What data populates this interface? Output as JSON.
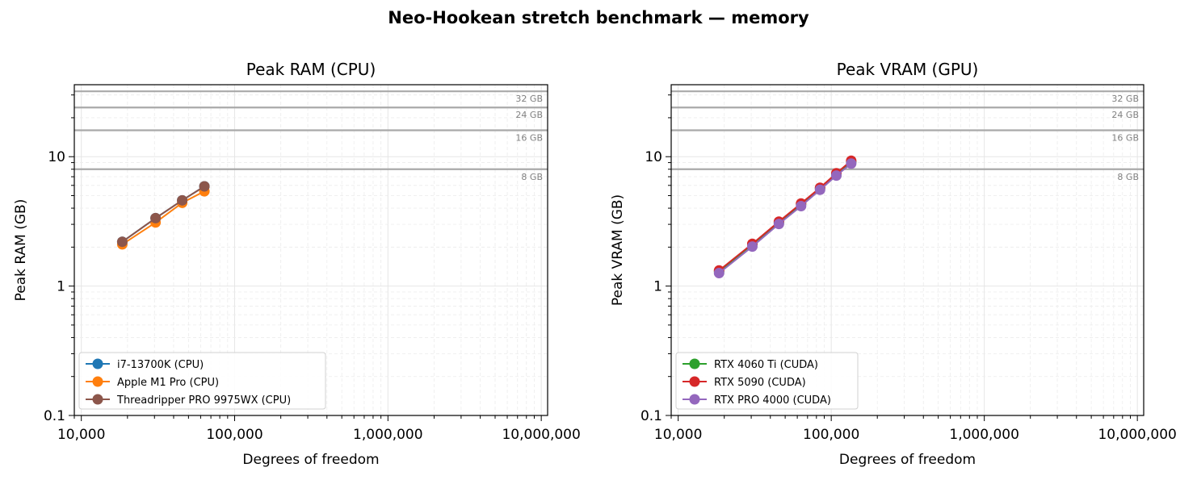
{
  "suptitle": "Neo-Hookean stretch benchmark — memory",
  "chart_data": [
    {
      "type": "line",
      "title": "Peak RAM (CPU)",
      "xlabel": "Degrees of freedom",
      "ylabel": "Peak RAM (GB)",
      "xscale": "log",
      "yscale": "log",
      "xlim": [
        9000,
        11000000
      ],
      "ylim": [
        0.1,
        36
      ],
      "xticks": [
        {
          "v": 10000,
          "label": "10,000"
        },
        {
          "v": 100000,
          "label": "100,000"
        },
        {
          "v": 1000000,
          "label": "1,000,000"
        },
        {
          "v": 10000000,
          "label": "10,000,000"
        }
      ],
      "yticks": [
        {
          "v": 0.1,
          "label": "0.1"
        },
        {
          "v": 1,
          "label": "1"
        },
        {
          "v": 10,
          "label": "10"
        }
      ],
      "grid": true,
      "legend_position": "lower-left",
      "reference_lines": [
        {
          "value": 8,
          "label": "8 GB"
        },
        {
          "value": 16,
          "label": "16 GB"
        },
        {
          "value": 24,
          "label": "24 GB"
        },
        {
          "value": 32,
          "label": "32 GB"
        }
      ],
      "series": [
        {
          "name": "i7-13700K (CPU)",
          "color": "#1f77b4",
          "x": [
            18500,
            30500,
            45500,
            63500
          ],
          "y": [
            2.2,
            3.35,
            4.6,
            5.9
          ]
        },
        {
          "name": "Apple M1 Pro (CPU)",
          "color": "#ff7f0e",
          "x": [
            18500,
            30500,
            45500,
            63500
          ],
          "y": [
            2.1,
            3.1,
            4.4,
            5.4
          ]
        },
        {
          "name": "Threadripper PRO 9975WX (CPU)",
          "color": "#8c564b",
          "x": [
            18500,
            30500,
            45500,
            63500
          ],
          "y": [
            2.2,
            3.35,
            4.6,
            5.9
          ]
        }
      ]
    },
    {
      "type": "line",
      "title": "Peak VRAM (GPU)",
      "xlabel": "Degrees of freedom",
      "ylabel": "Peak VRAM (GB)",
      "xscale": "log",
      "yscale": "log",
      "xlim": [
        9000,
        11000000
      ],
      "ylim": [
        0.1,
        36
      ],
      "xticks": [
        {
          "v": 10000,
          "label": "10,000"
        },
        {
          "v": 100000,
          "label": "100,000"
        },
        {
          "v": 1000000,
          "label": "1,000,000"
        },
        {
          "v": 10000000,
          "label": "10,000,000"
        }
      ],
      "yticks": [
        {
          "v": 0.1,
          "label": "0.1"
        },
        {
          "v": 1,
          "label": "1"
        },
        {
          "v": 10,
          "label": "10"
        }
      ],
      "grid": true,
      "legend_position": "lower-left",
      "reference_lines": [
        {
          "value": 8,
          "label": "8 GB"
        },
        {
          "value": 16,
          "label": "16 GB"
        },
        {
          "value": 24,
          "label": "24 GB"
        },
        {
          "value": 32,
          "label": "32 GB"
        }
      ],
      "series": [
        {
          "name": "RTX 4060 Ti (CUDA)",
          "color": "#2ca02c",
          "x": [
            18500,
            30500,
            45500,
            63500,
            84500,
            108000,
            135000
          ],
          "y": [
            1.3,
            2.1,
            3.1,
            4.3,
            5.7,
            7.3,
            9.1
          ]
        },
        {
          "name": "RTX 5090 (CUDA)",
          "color": "#d62728",
          "x": [
            18500,
            30500,
            45500,
            63500,
            84500,
            108000,
            135000
          ],
          "y": [
            1.32,
            2.12,
            3.15,
            4.35,
            5.75,
            7.45,
            9.3
          ]
        },
        {
          "name": "RTX PRO 4000 (CUDA)",
          "color": "#9467bd",
          "x": [
            18500,
            30500,
            45500,
            63500,
            84500,
            108000,
            135000
          ],
          "y": [
            1.26,
            2.02,
            3.02,
            4.15,
            5.55,
            7.15,
            8.85
          ]
        }
      ]
    }
  ]
}
